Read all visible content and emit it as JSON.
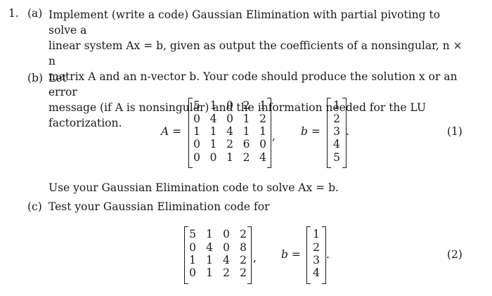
{
  "problem": {
    "number": "1.",
    "part_a": {
      "label": "(a)",
      "line1": "Implement (write a code) Gaussian Elimination with partial pivoting to solve a",
      "line2": "linear system Ax = b, given as output the coefficients of a nonsingular, n × n",
      "line3": "matrix A and an n-vector b. Your code should produce the solution x or an error",
      "line4": "message (if A is nonsingular) and the information needed for the LU factorization."
    },
    "part_b": {
      "label": "(b)",
      "intro": "Let",
      "A_label": "A =",
      "b_label": "b =",
      "comma": ",",
      "period": ".",
      "eq_number": "(1)",
      "A": [
        [
          "5",
          "1",
          "0",
          "2",
          "1"
        ],
        [
          "0",
          "4",
          "0",
          "1",
          "2"
        ],
        [
          "1",
          "1",
          "4",
          "1",
          "1"
        ],
        [
          "0",
          "1",
          "2",
          "6",
          "0"
        ],
        [
          "0",
          "0",
          "1",
          "2",
          "4"
        ]
      ],
      "b": [
        "1",
        "2",
        "3",
        "4",
        "5"
      ],
      "instruction": "Use your Gaussian Elimination code to solve Ax = b."
    },
    "part_c": {
      "label": "(c)",
      "intro": "Test your Gaussian Elimination code for",
      "b_label": "b =",
      "comma": ",",
      "period": ".",
      "eq_number": "(2)",
      "A": [
        [
          "5",
          "1",
          "0",
          "2"
        ],
        [
          "0",
          "4",
          "0",
          "8"
        ],
        [
          "1",
          "1",
          "4",
          "2"
        ],
        [
          "0",
          "1",
          "2",
          "2"
        ]
      ],
      "b": [
        "1",
        "2",
        "3",
        "4"
      ]
    }
  }
}
